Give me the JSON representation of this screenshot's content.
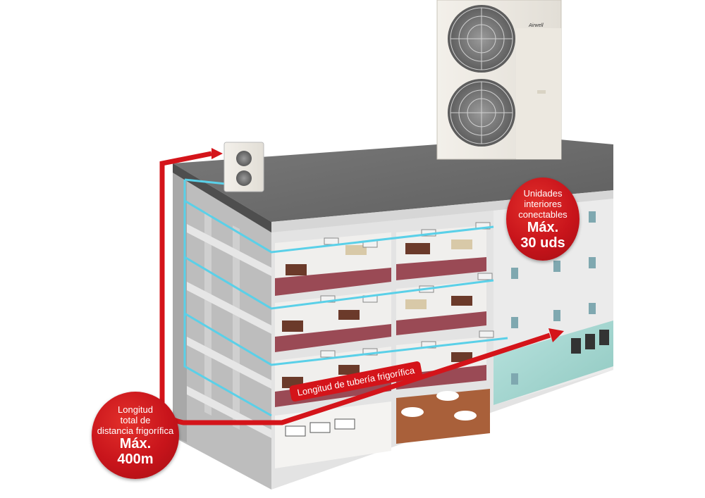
{
  "badges": {
    "units": {
      "line1": "Unidades",
      "line2": "interiores",
      "line3": "conectables",
      "value1": "Máx.",
      "value2": "30 uds"
    },
    "length": {
      "line1": "Longitud",
      "line2": "total de",
      "line3": "distancia frigorífica",
      "value1": "Máx.",
      "value2": "400m"
    }
  },
  "pipe_label": "Longitud de tubería frigorífica",
  "outdoor_unit_brand": "Airwell",
  "colors": {
    "accent_red": "#c8141b",
    "pipe_blue": "#5ad0e8",
    "floor_carpet": "#9a4a55",
    "roof": "#6d6d6d",
    "wall": "#d9d9d9"
  }
}
